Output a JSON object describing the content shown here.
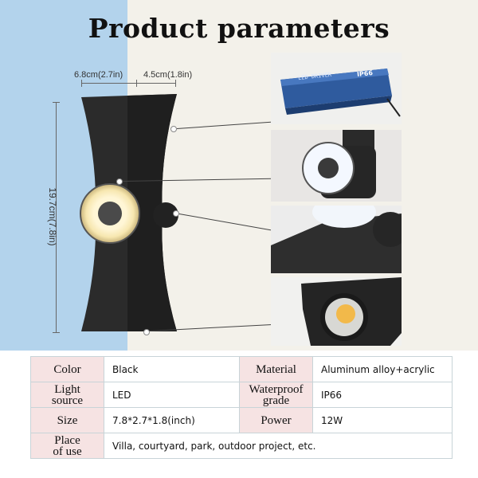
{
  "title": "Product parameters",
  "dimensions": {
    "width_left": "6.8cm(2.7in)",
    "width_right": "4.5cm(1.8in)",
    "height": "19.7cm(7.8in)"
  },
  "driver_label": "LED DRIVER",
  "driver_rating": "IP66",
  "params": [
    {
      "label1": "Color",
      "value1": "Black",
      "label2": "Material",
      "value2": "Aluminum alloy+acrylic"
    },
    {
      "label1": "Light source",
      "value1": "LED",
      "label2": "Waterproof grade",
      "value2": "IP66"
    },
    {
      "label1": "Size",
      "value1": "7.8*2.7*1.8(inch)",
      "label2": "Power",
      "value2": "12W"
    },
    {
      "label1": "Place of use",
      "value1": "Villa, courtyard, park, outdoor project, etc."
    }
  ],
  "colors": {
    "left_panel": "#b3d3ec",
    "right_panel": "#f3f1ea",
    "label_cell": "#f6e3e3",
    "lamp_body": "#2b2b2b"
  }
}
